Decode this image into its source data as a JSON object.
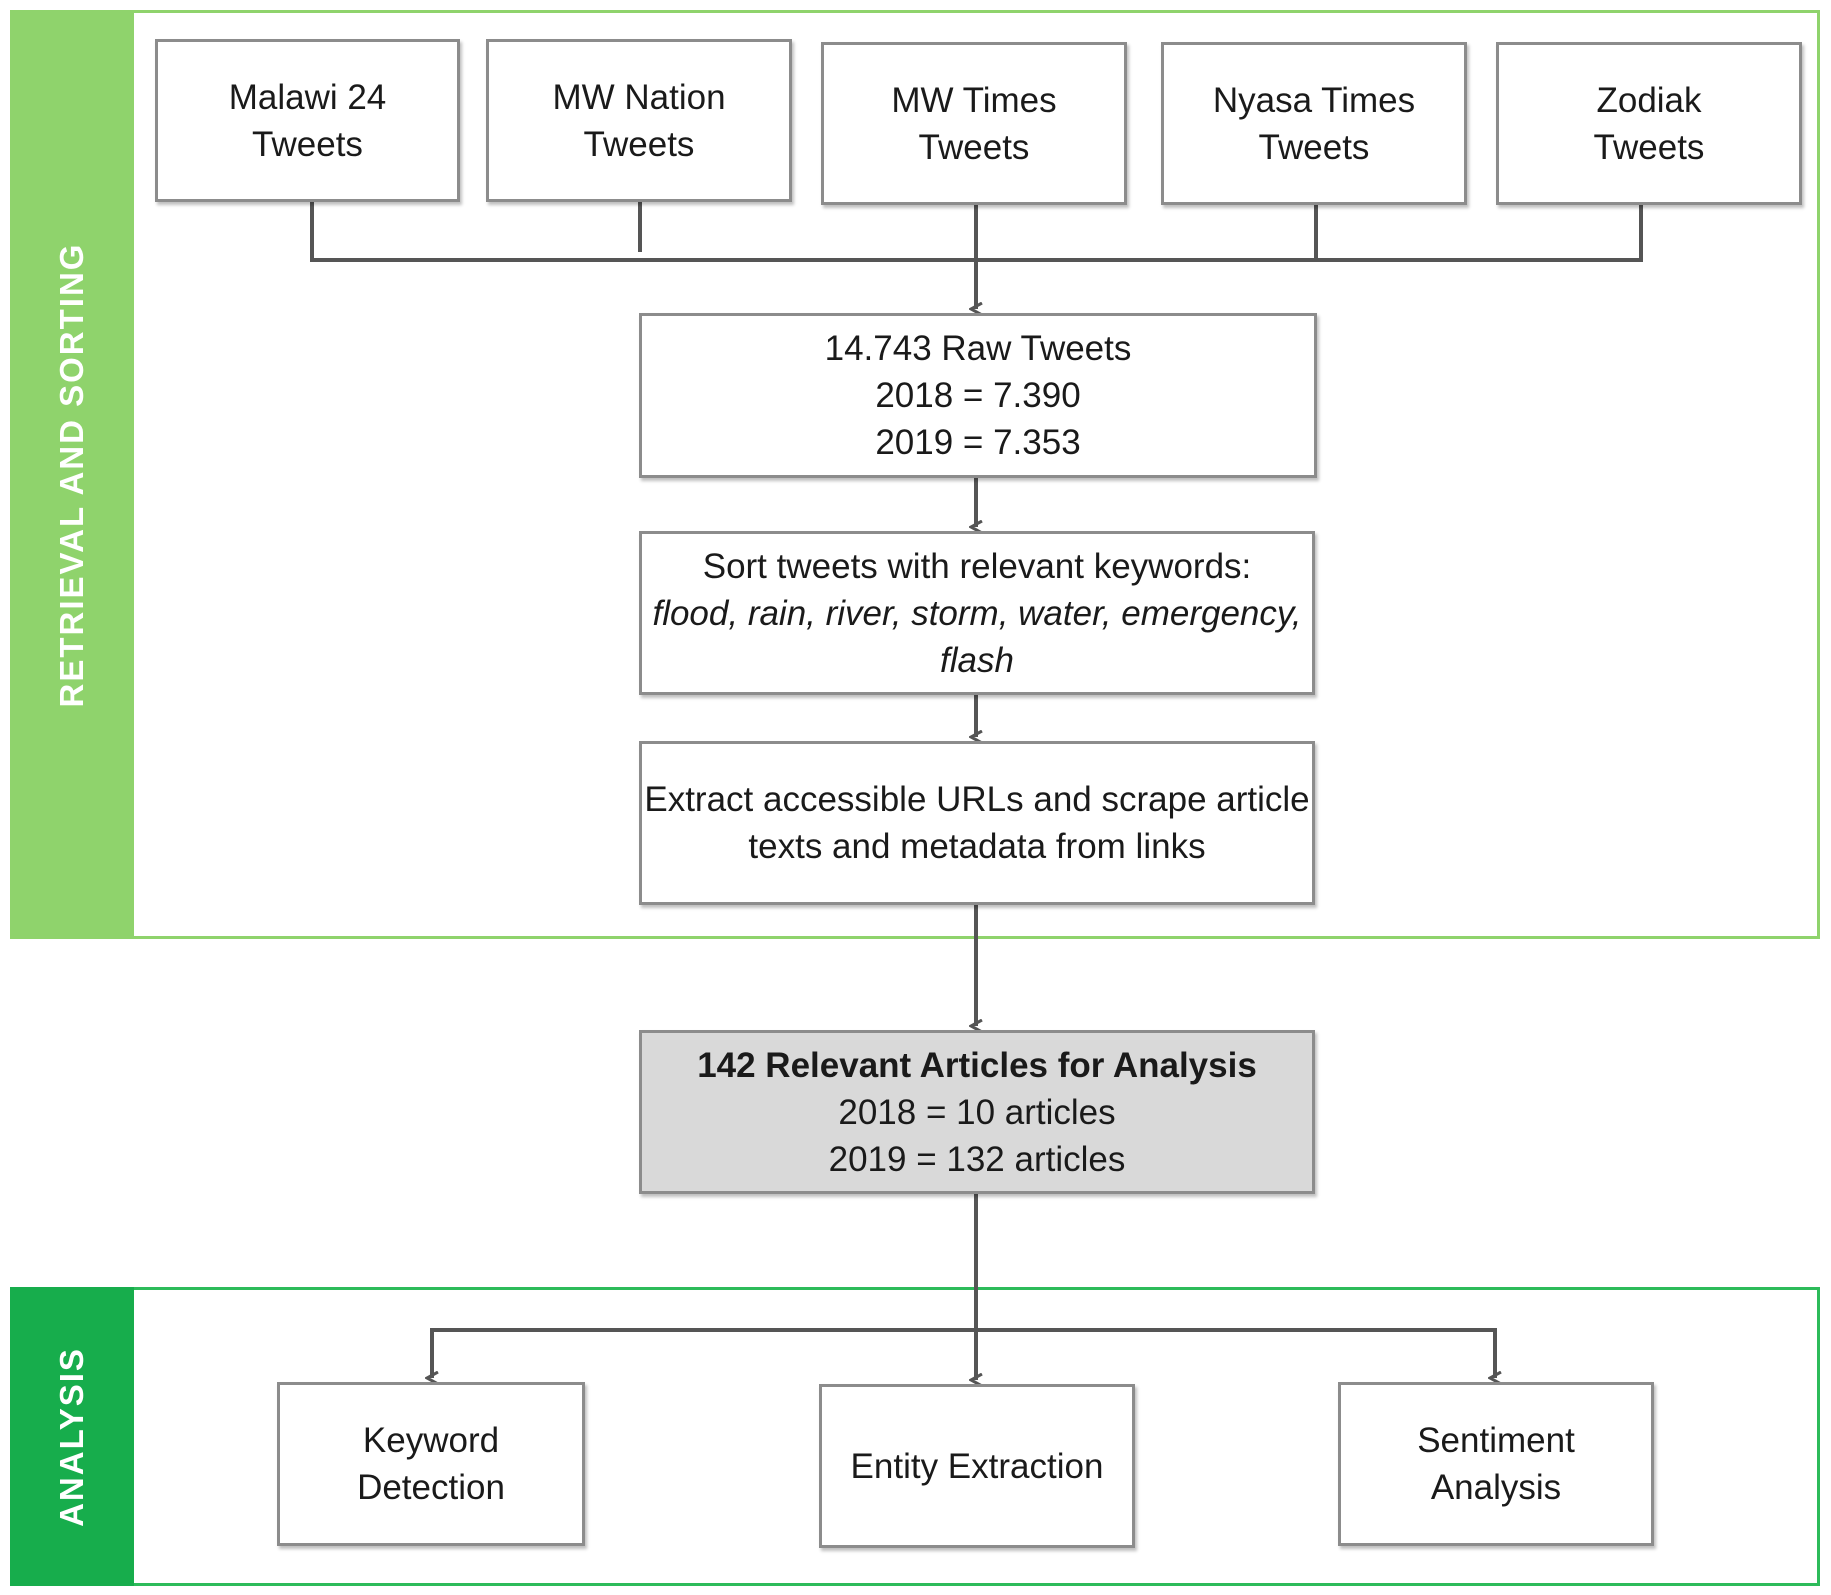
{
  "sections": {
    "retrieval": {
      "label": "RETRIEVAL AND SORTING"
    },
    "analysis": {
      "label": "ANALYSIS"
    }
  },
  "sources": [
    {
      "line1": "Malawi 24",
      "line2": "Tweets"
    },
    {
      "line1": "MW Nation",
      "line2": "Tweets"
    },
    {
      "line1": "MW Times",
      "line2": "Tweets"
    },
    {
      "line1": "Nyasa Times",
      "line2": "Tweets"
    },
    {
      "line1": "Zodiak",
      "line2": "Tweets"
    }
  ],
  "raw_tweets": {
    "title": "14.743 Raw Tweets",
    "line2018": "2018 = 7.390",
    "line2019": "2019 = 7.353"
  },
  "sort": {
    "line1": "Sort tweets with relevant keywords:",
    "keywords_line1": "flood, rain, river, storm, water, emergency,",
    "keywords_line2": "flash"
  },
  "extract": {
    "line1": "Extract accessible URLs and scrape article",
    "line2": "texts and metadata from links"
  },
  "relevant": {
    "title": "142 Relevant Articles for Analysis",
    "line2018": "2018 = 10 articles",
    "line2019": "2019 =  132 articles"
  },
  "analysis_steps": [
    {
      "line1": "Keyword",
      "line2": "Detection"
    },
    {
      "line1": "Entity Extraction",
      "line2": ""
    },
    {
      "line1": "Sentiment",
      "line2": "Analysis"
    }
  ],
  "colors": {
    "retrieval_band": "#8fd36c",
    "analysis_band": "#17ad4c",
    "box_border": "#8c8c8c",
    "shaded_box": "#d9d9d9",
    "connector": "#555555"
  }
}
